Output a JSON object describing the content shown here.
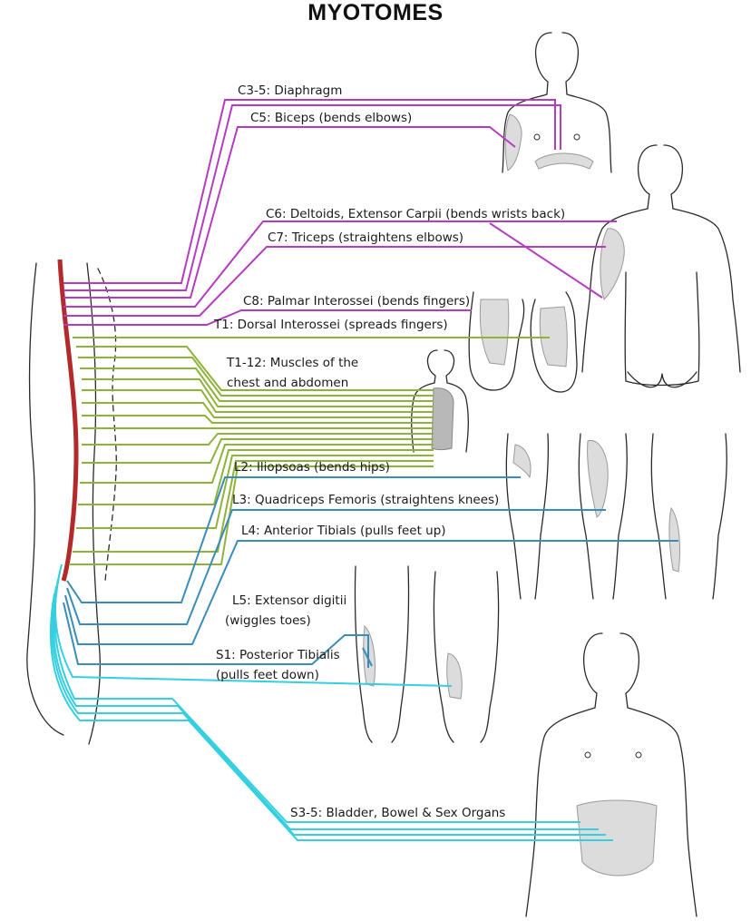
{
  "title": "MYOTOMES",
  "colors": {
    "cervical": "#b53cc0",
    "thoracic": "#8db33a",
    "lumbar": "#3a8db8",
    "sacral": "#35cfe0",
    "spinal_cord": "#b32a2a"
  },
  "labels": {
    "c3_5": "C3-5: Diaphragm",
    "c5": "C5: Biceps (bends elbows)",
    "c6": "C6: Deltoids, Extensor Carpii (bends wrists back)",
    "c7": "C7: Triceps (straightens elbows)",
    "c8": "C8: Palmar Interossei (bends fingers)",
    "t1": "T1: Dorsal Interossei (spreads fingers)",
    "t1_12_line1": "T1-12: Muscles of the",
    "t1_12_line2": "chest and abdomen",
    "l2": "L2: Iliopsoas (bends hips)",
    "l3": "L3: Quadriceps Femoris (straightens knees)",
    "l4": "L4: Anterior Tibials (pulls feet up)",
    "l5_line1": "L5: Extensor digitii",
    "l5_line2": "(wiggles toes)",
    "s1_line1": "S1: Posterior Tibialis",
    "s1_line2": "(pulls feet down)",
    "s3_5": "S3-5: Bladder, Bowel & Sex Organs"
  }
}
